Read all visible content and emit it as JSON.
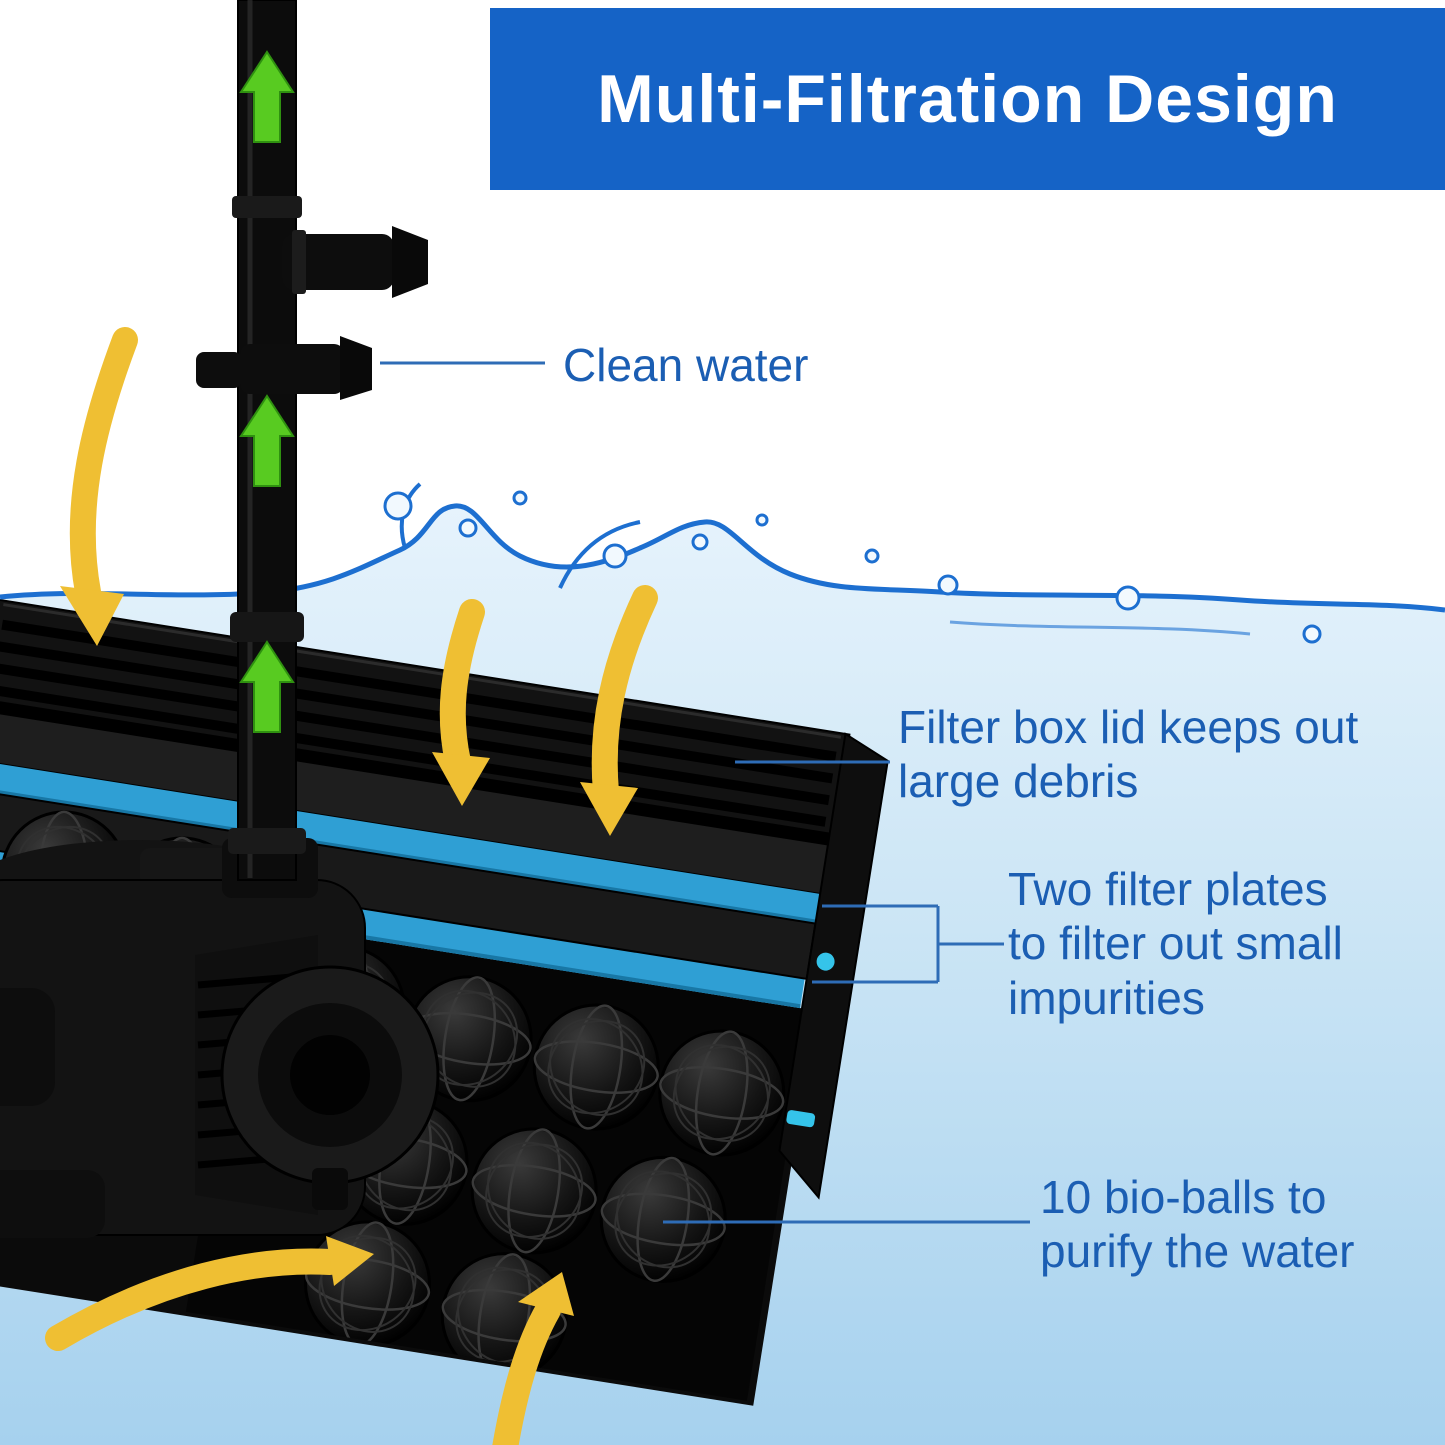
{
  "banner": {
    "title": "Multi-Filtration Design"
  },
  "annotations": {
    "clean_water": {
      "lines": [
        "Clean water"
      ]
    },
    "filter_lid": {
      "lines": [
        "Filter box lid keeps out",
        "large debris"
      ]
    },
    "filter_plates": {
      "lines": [
        "Two filter plates",
        "to filter out small",
        "impurities"
      ]
    },
    "bio_balls": {
      "lines": [
        "10 bio-balls to",
        "purify the water"
      ]
    }
  },
  "colors": {
    "banner_bg": "#1563c6",
    "annotation_text": "#1b5eb3",
    "water_line": "#1d6fd0",
    "water_fill_top": "#e6f3fc",
    "water_fill_bottom": "#a6d1ee",
    "sponge_plate": "#2f9fd4",
    "flow_arrow": "#efbf33",
    "clean_arrow": "#58cb21",
    "product_black": "#111111",
    "callout_line": "#2e6cb6"
  }
}
